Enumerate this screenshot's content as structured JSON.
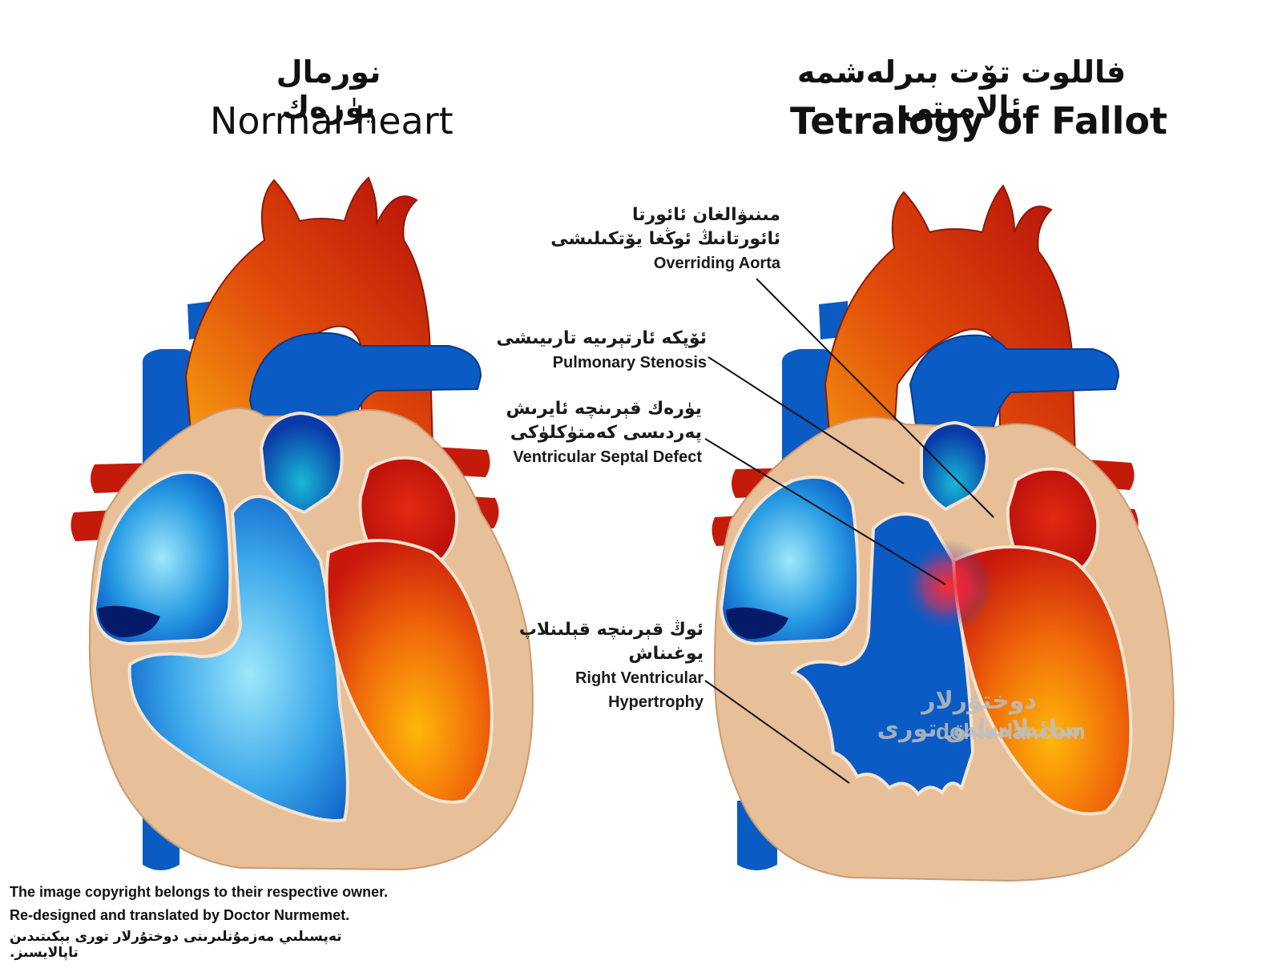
{
  "normal": {
    "title_ug": "نورمال يۈرەك",
    "title_en": "Normal heart"
  },
  "fallot": {
    "title_ug": "فاللوت تۆت بىرلەشمە ئالامىتى",
    "title_en": "Tetralogy of Fallot"
  },
  "labels": [
    {
      "ug": [
        "مىنىۋالغان ئائورتا",
        "ئائورتانىڭ ئوڭغا يۆتكىلىشى"
      ],
      "en": [
        "Overriding Aorta"
      ]
    },
    {
      "ug": [
        "ئۆپكە ئارتېرىيە تارىيىشى"
      ],
      "en": [
        "Pulmonary Stenosis"
      ]
    },
    {
      "ug": [
        "يۈرەك قېرىنچە ئايرىش",
        "پەردىسى كەمتۈكلۈكى"
      ],
      "en": [
        "Ventricular Septal Defect"
      ]
    },
    {
      "ug": [
        "ئوڭ قېرىنچە قېلىنلاپ",
        "يوغىناش"
      ],
      "en": [
        "Right Ventricular",
        "Hypertrophy"
      ]
    }
  ],
  "watermark": {
    "script": "دوختۇرلار سائىلامىلىق تورى",
    "url": "dohturlar.com"
  },
  "footer": {
    "line1": "The image copyright belongs to their respective owner.",
    "line2": "Re-designed and translated by Doctor Nurmemet.",
    "line3": "تەپسىلىي مەزمۇنلىرىنى دوختۇرلار تورى بېكىتىدىن تاپالايسىز."
  },
  "colors": {
    "vein_blue": "#0a5bc4",
    "aorta_red": "#c41a0a",
    "aorta_orange": "#f08a0a",
    "muscle_tan": "#e7bf98",
    "chamber_light_blue": "#8ee0f6",
    "vsd_red": "#ff2a2a"
  }
}
